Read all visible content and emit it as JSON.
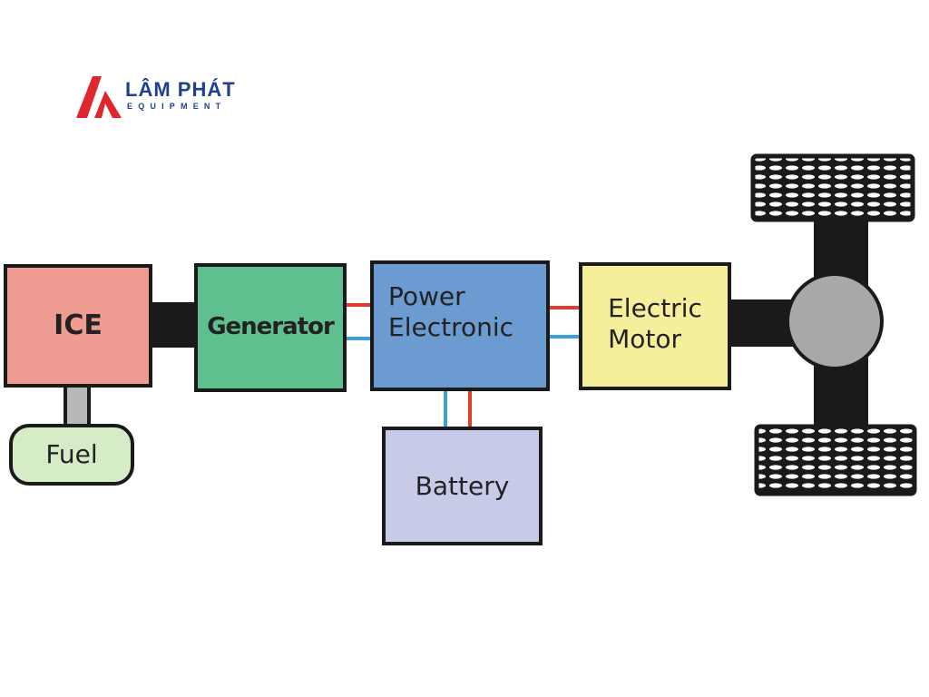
{
  "logo": {
    "name": "LÂM PHÁT",
    "subtitle": "EQUIPMENT",
    "colors": {
      "accent": "#e0262e",
      "text": "#1f3f8f"
    }
  },
  "diagram": {
    "ice": "ICE",
    "fuel": "Fuel",
    "generator": "Generator",
    "power_electronic": "Power\nElectronic",
    "electric_motor": "Electric\nMotor",
    "battery": "Battery",
    "colors": {
      "ice": "#ef9c92",
      "fuel": "#d6ecc6",
      "generator": "#5fbf8f",
      "power_electronic": "#6c9bd1",
      "electric_motor": "#f5ef9c",
      "battery": "#c8cbe8",
      "wire_positive": "#e33b2e",
      "wire_negative": "#3aa0e0",
      "shaft": "#1a1a1a",
      "hub": "#a8a8a8"
    }
  }
}
